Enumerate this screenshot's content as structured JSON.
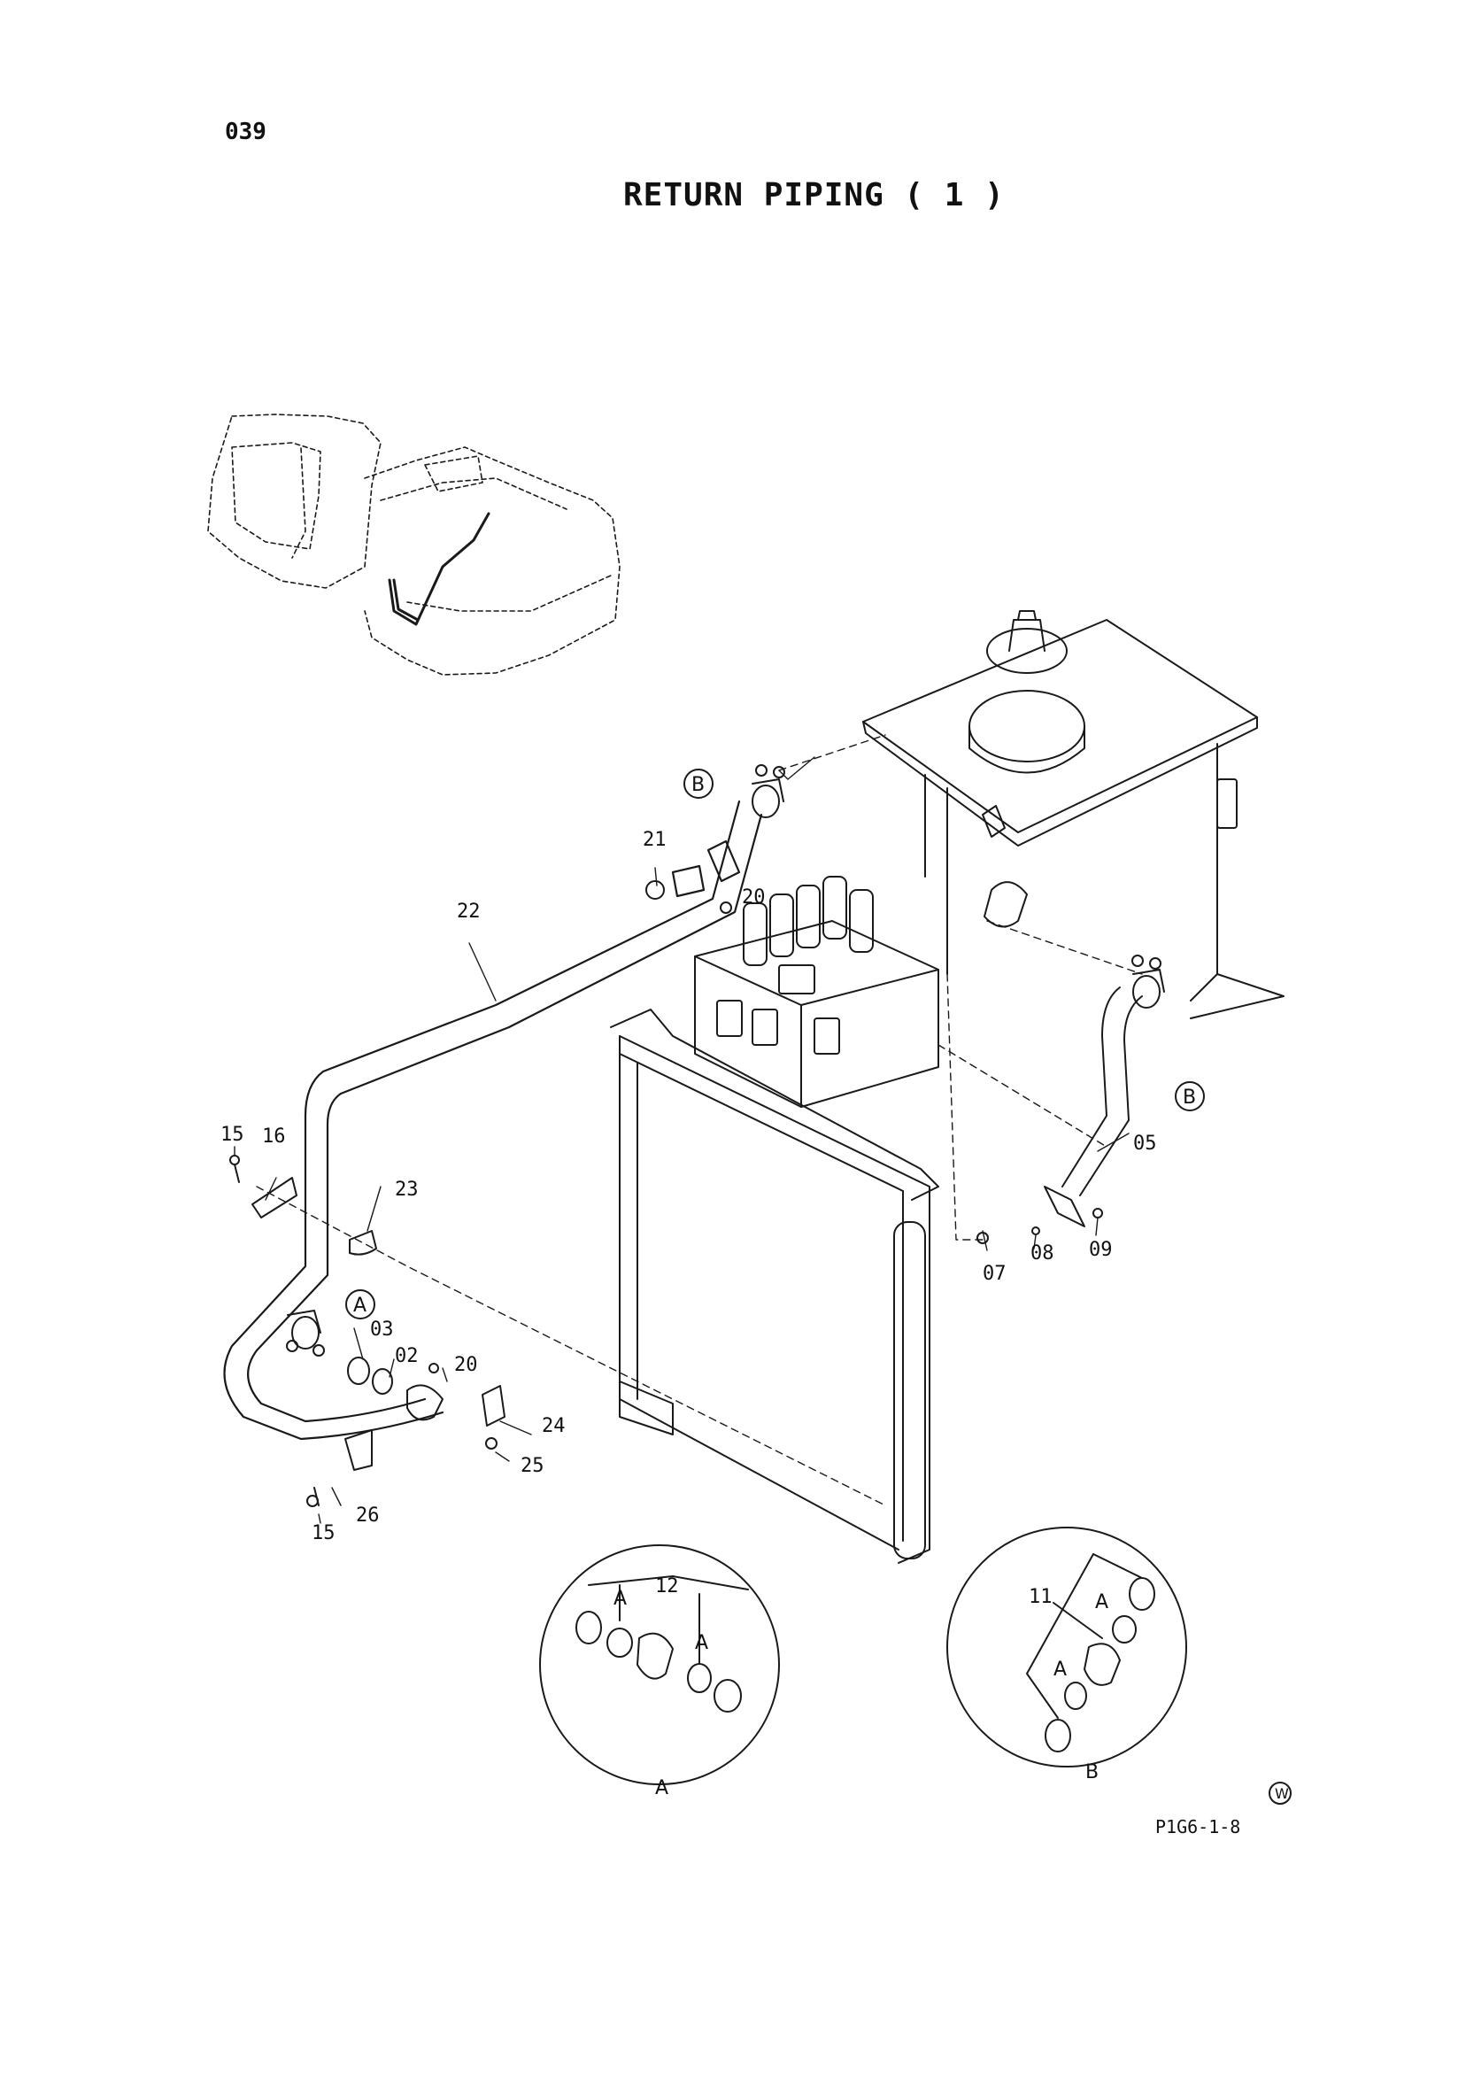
{
  "header": {
    "page_number": "039",
    "title": "RETURN PIPING ( 1 )"
  },
  "callouts": {
    "c22": "22",
    "c21": "21",
    "c20a": "20",
    "c15a": "15",
    "c16": "16",
    "c23": "23",
    "c03": "03",
    "c02": "02",
    "c20b": "20",
    "c24": "24",
    "c25": "25",
    "c26": "26",
    "c15b": "15",
    "c05": "05",
    "c07": "07",
    "c08": "08",
    "c09": "09",
    "c12": "12",
    "c11": "11"
  },
  "markers": {
    "A": "A",
    "B": "B",
    "detail_a_title": "A",
    "detail_b_title": "B",
    "det_a1": "A",
    "det_a2": "A",
    "det_b1": "A",
    "det_b2": "A"
  },
  "footer": {
    "w_symbol": "W",
    "drawing_code": "P1G6-1-8"
  }
}
